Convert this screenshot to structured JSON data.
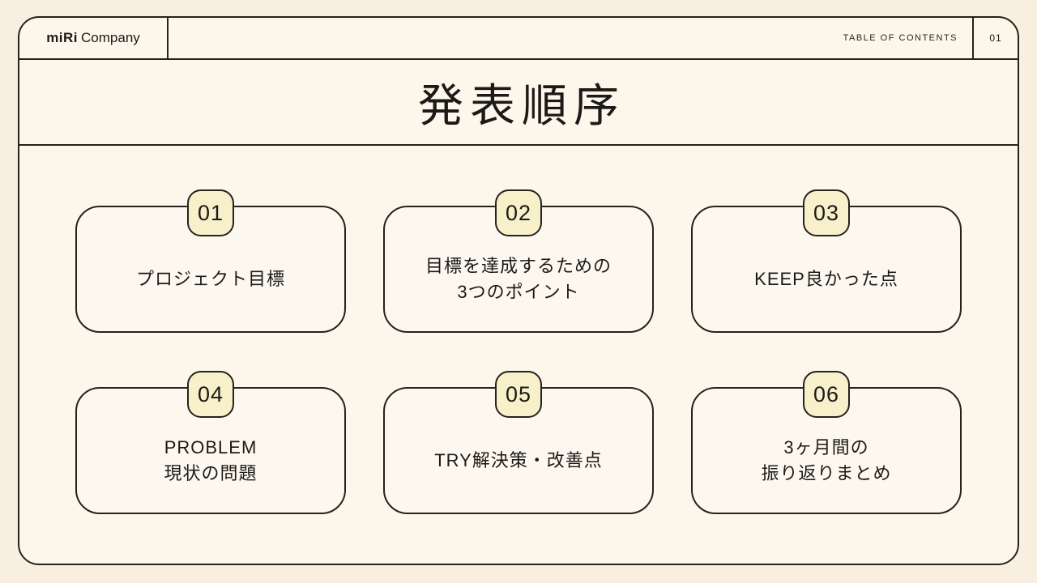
{
  "header": {
    "logo_bold": "miRi",
    "logo_regular": "Company",
    "toc_label": "TABLE OF CONTENTS",
    "page_number": "01"
  },
  "title": "発表順序",
  "cards": [
    {
      "number": "01",
      "line1": "プロジェクト目標",
      "line2": ""
    },
    {
      "number": "02",
      "line1": "目標を達成するための",
      "line2": "3つのポイント"
    },
    {
      "number": "03",
      "line1": "KEEP良かった点",
      "line2": ""
    },
    {
      "number": "04",
      "line1": "PROBLEM",
      "line2": "現状の問題"
    },
    {
      "number": "05",
      "line1": "TRY解決策・改善点",
      "line2": ""
    },
    {
      "number": "06",
      "line1": "3ヶ月間の",
      "line2": "振り返りまとめ"
    }
  ],
  "colors": {
    "page_background": "#f9efe1",
    "frame_background": "#fcf6eb",
    "card_background": "#fdf8ef",
    "badge_background": "#f8efcb",
    "border": "#26221c",
    "text": "#1c1a17"
  }
}
